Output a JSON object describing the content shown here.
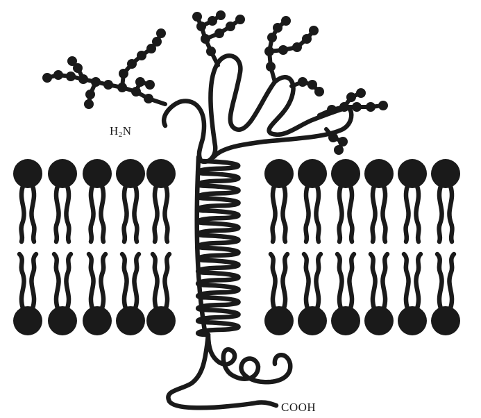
{
  "diagram": {
    "labels": {
      "n_terminus_base": "H",
      "n_terminus_sub": "2",
      "n_terminus_tail": "N",
      "c_terminus": "COOH"
    },
    "colors": {
      "ink": "#1a1a1a",
      "background": "#ffffff"
    }
  }
}
